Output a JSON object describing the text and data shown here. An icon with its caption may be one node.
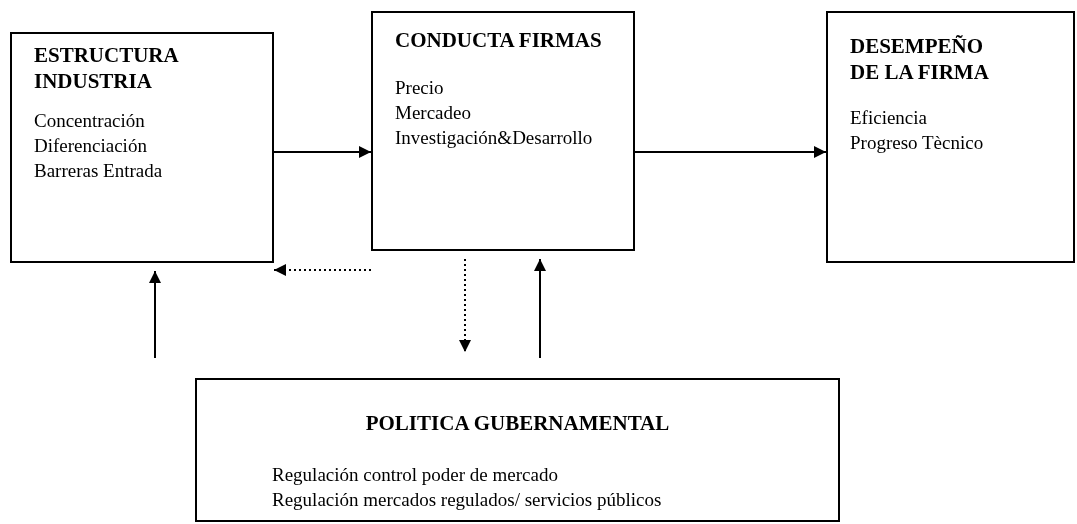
{
  "diagram": {
    "nodes": [
      {
        "text": [
          "ESTRUCTURA INDUSTRIA",
          "Concentración",
          "Diferenciación",
          "Barreras Entrada"
        ]
      },
      {
        "text": [
          "CONDUCTA FIRMAS",
          "Precio",
          "Mercadeo",
          "Investigación&Desarrollo"
        ]
      },
      {
        "text": [
          "DESEMPEÑO DE LA FIRMA",
          "Eficiencia",
          "Progreso Tècnico"
        ]
      },
      {
        "text": [
          "POLITICA GUBERNAMENTAL",
          "Regulación control poder de mercado",
          "Regulación mercados regulados/ servicios públicos"
        ]
      }
    ],
    "edges": [
      {
        "from": 1,
        "to": 0,
        "arrow": "to",
        "style": "dashed"
      },
      {
        "from": 0,
        "to": 1,
        "arrow": "to"
      },
      {
        "from": 1,
        "to": 2,
        "arrow": "to"
      },
      {
        "from": 3,
        "to": 0,
        "arrow": "to"
      },
      {
        "from": 1,
        "to": 3,
        "arrow": "to",
        "style": "dashed"
      },
      {
        "from": 3,
        "to": 1,
        "arrow": "to"
      }
    ]
  }
}
